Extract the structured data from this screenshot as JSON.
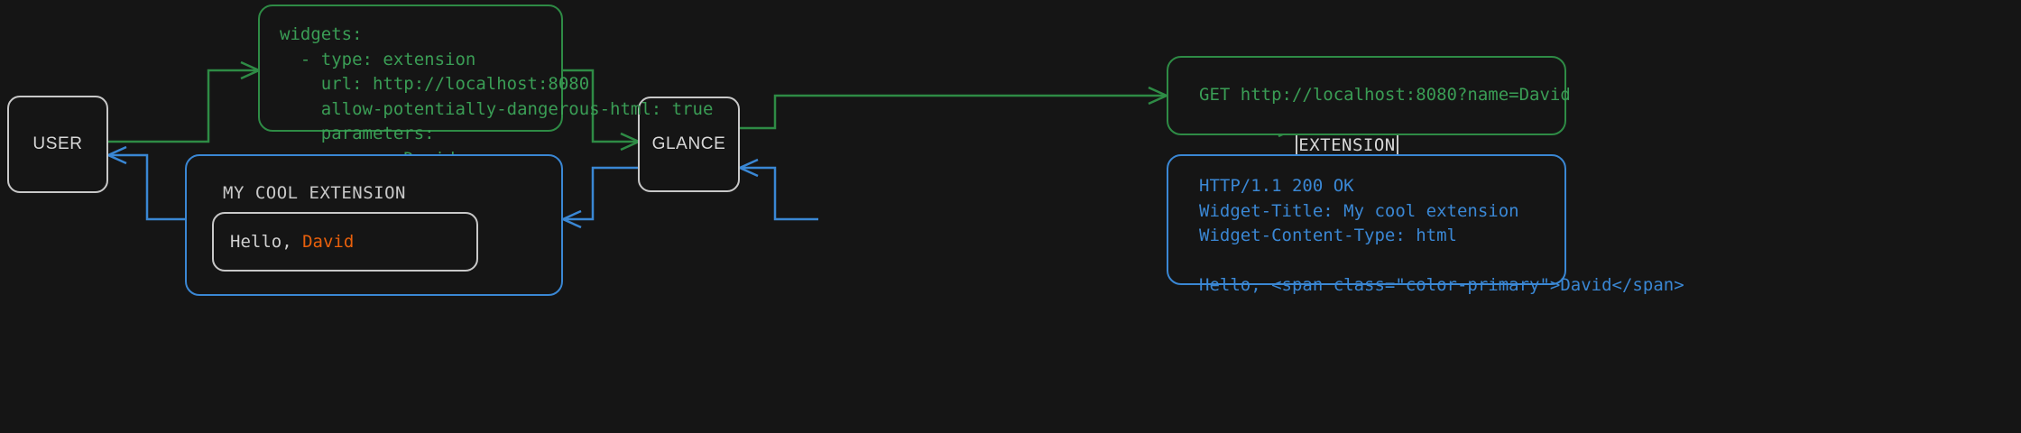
{
  "theme": {
    "background": "#151515",
    "node_border": "#c8c8c8",
    "node_text": "#d8d8d8",
    "request_color": "#2e8b45",
    "request_text": "#3a9d55",
    "response_color": "#3a87d4",
    "accent_primary": "#e8600c"
  },
  "nodes": {
    "user": "USER",
    "glance": "GLANCE",
    "extension": "EXTENSION"
  },
  "panels": {
    "config": {
      "kind": "yaml-config",
      "color": "#2e8b45",
      "text": "widgets:\n  - type: extension\n    url: http://localhost:8080\n    allow-potentially-dangerous-html: true\n    parameters:\n      name: David"
    },
    "http_request": {
      "kind": "http-request",
      "color": "#2e8b45",
      "text": "GET http://localhost:8080?name=David"
    },
    "http_response": {
      "kind": "http-response",
      "color": "#3a87d4",
      "text": "HTTP/1.1 200 OK\nWidget-Title: My cool extension\nWidget-Content-Type: html\n\nHello, <span class=\"color-primary\">David</span>"
    },
    "rendered_widget": {
      "kind": "rendered-widget",
      "color": "#3a87d4",
      "title": "MY COOL EXTENSION",
      "body_prefix": "Hello, ",
      "body_name": "David"
    }
  },
  "edges": [
    {
      "name": "user-to-config",
      "color": "#2e8b45",
      "direction": "right"
    },
    {
      "name": "config-to-glance",
      "color": "#2e8b45",
      "direction": "right"
    },
    {
      "name": "glance-to-request",
      "color": "#2e8b45",
      "direction": "right"
    },
    {
      "name": "request-to-extension",
      "color": "#2e8b45",
      "direction": "right"
    },
    {
      "name": "extension-to-response",
      "color": "#3a87d4",
      "direction": "left"
    },
    {
      "name": "response-to-glance",
      "color": "#3a87d4",
      "direction": "left"
    },
    {
      "name": "glance-to-widget",
      "color": "#3a87d4",
      "direction": "left"
    },
    {
      "name": "widget-to-user",
      "color": "#3a87d4",
      "direction": "left"
    }
  ]
}
